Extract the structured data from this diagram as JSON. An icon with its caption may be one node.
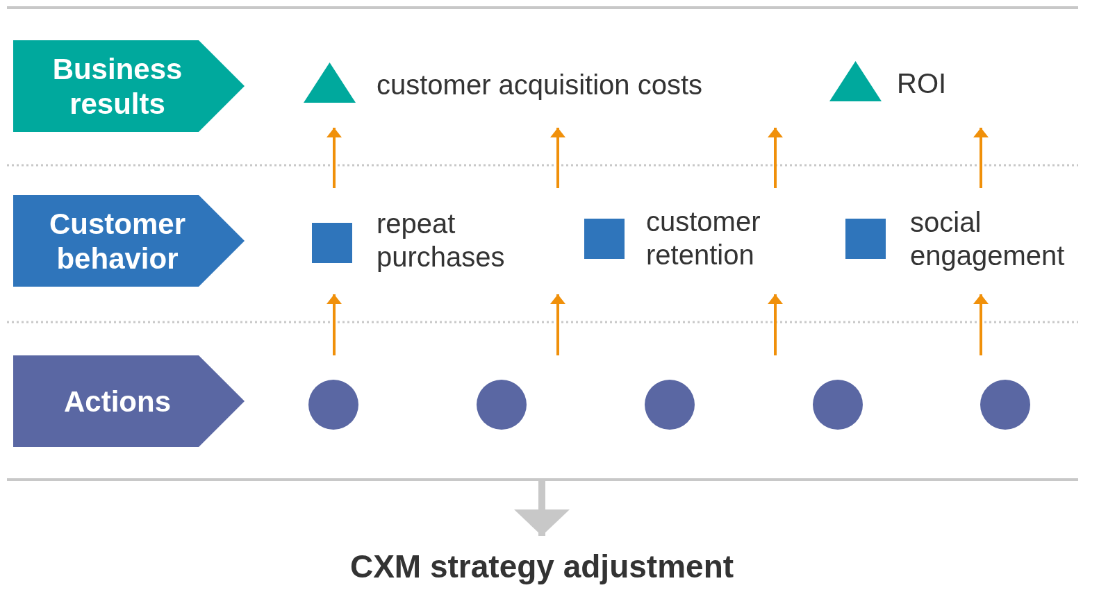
{
  "diagram": {
    "nodes": [
      {
        "text": [
          "Business results"
        ]
      },
      {
        "text": [],
        "shape": "triangle",
        "beside": [
          "customer acquisition costs"
        ]
      },
      {
        "text": [],
        "shape": "triangle",
        "beside": [
          "ROI"
        ]
      },
      {
        "text": [
          "Customer behavior"
        ]
      },
      {
        "text": [],
        "shape": "box",
        "beside": [
          "repeat purchases"
        ]
      },
      {
        "text": [],
        "shape": "box",
        "beside": [
          "customer retention"
        ]
      },
      {
        "text": [],
        "shape": "box",
        "beside": [
          "social engagement"
        ]
      },
      {
        "text": [
          "Actions"
        ]
      },
      {
        "text": [],
        "shape": "circle"
      },
      {
        "text": [],
        "shape": "circle"
      },
      {
        "text": [],
        "shape": "circle"
      },
      {
        "text": [],
        "shape": "circle"
      },
      {
        "text": [],
        "shape": "circle"
      },
      {
        "text": [
          "CXM strategy adjustment"
        ]
      }
    ],
    "edges": [
      {
        "from": null,
        "to": 13,
        "arrow": "to"
      }
    ]
  }
}
